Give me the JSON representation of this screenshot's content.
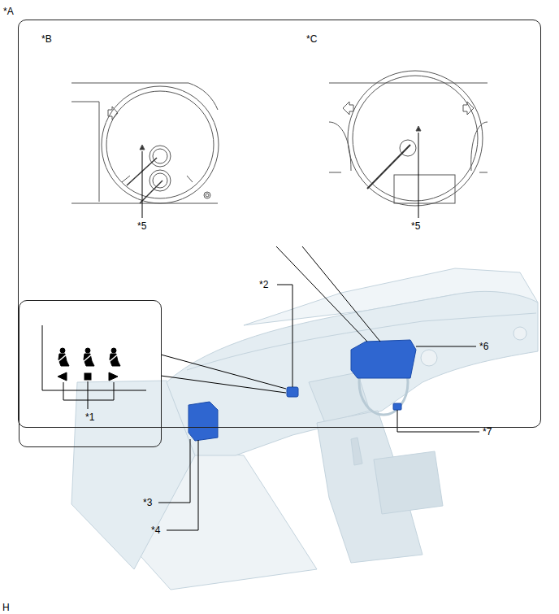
{
  "diagram": {
    "nodes": [
      {
        "text": [
          "*A",
          "*B",
          "*C",
          "*5",
          "*5"
        ]
      },
      {
        "text": [
          "*1"
        ],
        "in": 0
      }
    ],
    "labels": [
      "*2",
      "*3",
      "*4",
      "*6",
      "*7",
      "H"
    ]
  }
}
